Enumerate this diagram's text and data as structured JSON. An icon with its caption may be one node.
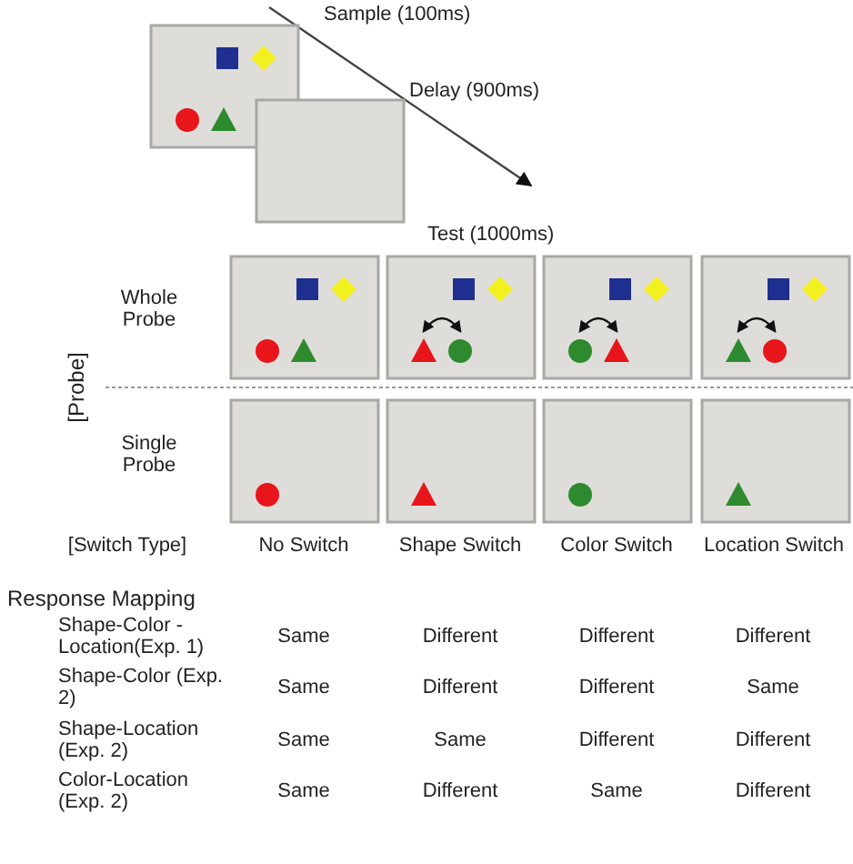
{
  "diagram": {
    "labels": [
      "Sample (100ms)",
      "Delay (900ms)",
      "Test (1000ms)",
      "Whole Probe",
      "[Probe]",
      "Single Probe",
      "[Switch Type]",
      "No Switch",
      "Shape Switch",
      "Color Switch",
      "Location Switch",
      "Response Mapping",
      "Shape-Color -Location(Exp. 1)",
      "Same",
      "Different",
      "Different",
      "Different",
      "Shape-Color (Exp. 2)",
      "Same",
      "Different",
      "Different",
      "Same",
      "Shape-Location (Exp. 2)",
      "Same",
      "Same",
      "Different",
      "Different",
      "Color-Location (Exp. 2)",
      "Same",
      "Different",
      "Same",
      "Different"
    ]
  }
}
